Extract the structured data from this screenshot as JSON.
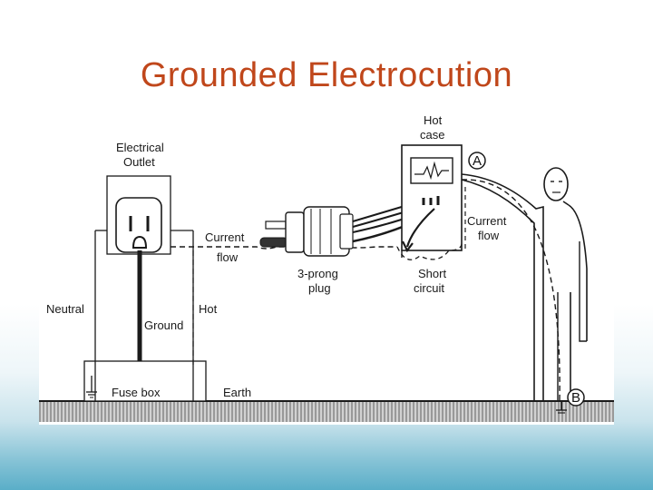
{
  "slide": {
    "title": "Grounded Electrocution"
  },
  "diagram": {
    "labels": {
      "electrical_outlet": [
        "Electrical",
        "Outlet"
      ],
      "current_left": "Current",
      "flow_left": "flow",
      "hot_case": [
        "Hot",
        "case"
      ],
      "point_a": "A",
      "current_right": "Current",
      "flow_right": "flow",
      "three_prong_plug": [
        "3-prong",
        "plug"
      ],
      "short_circuit": [
        "Short",
        "circuit"
      ],
      "neutral": "Neutral",
      "hot": "Hot",
      "ground": "Ground",
      "fuse_box": "Fuse box",
      "earth": "Earth",
      "point_b": "B"
    }
  },
  "colors": {
    "title": "#c0471b",
    "line": "#1a1a1a"
  }
}
